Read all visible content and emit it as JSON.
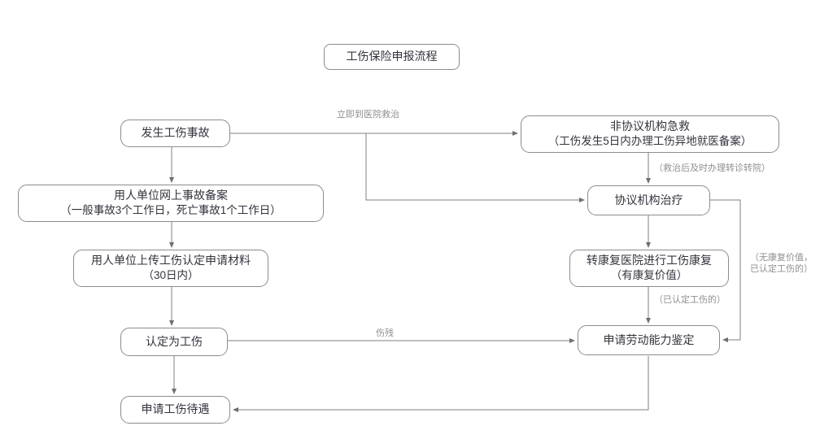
{
  "title": "工伤保险申报流程",
  "nodes": {
    "accident": {
      "line1": "发生工伤事故"
    },
    "online_filing": {
      "line1": "用人单位网上事故备案",
      "line2": "（一般事故3个工作日，死亡事故1个工作日）"
    },
    "upload_materials": {
      "line1": "用人单位上传工伤认定申请材料",
      "line2": "（30日内）"
    },
    "determined": {
      "line1": "认定为工伤"
    },
    "benefits": {
      "line1": "申请工伤待遇"
    },
    "emergency": {
      "line1": "非协议机构急救",
      "line2": "（工伤发生5日内办理工伤异地就医备案）"
    },
    "agreement_treatment": {
      "line1": "协议机构治疗"
    },
    "rehab": {
      "line1": "转康复医院进行工伤康复",
      "line2": "（有康复价值）"
    },
    "appraisal": {
      "line1": "申请劳动能力鉴定"
    }
  },
  "edge_labels": {
    "immediate_treatment": "立即到医院救治",
    "transfer_referral": "（救治后及时办理转诊转院）",
    "recognized_injury": "（已认定工伤的）",
    "no_rehab_value_line1": "（无康复价值，",
    "no_rehab_value_line2": "已认定工伤的）",
    "disability": "伤残"
  },
  "colors": {
    "background": "#ffffff",
    "node_border": "#8c8c8c",
    "node_text": "#33333d",
    "connector": "#808080",
    "edge_label": "#8f8f8f"
  }
}
